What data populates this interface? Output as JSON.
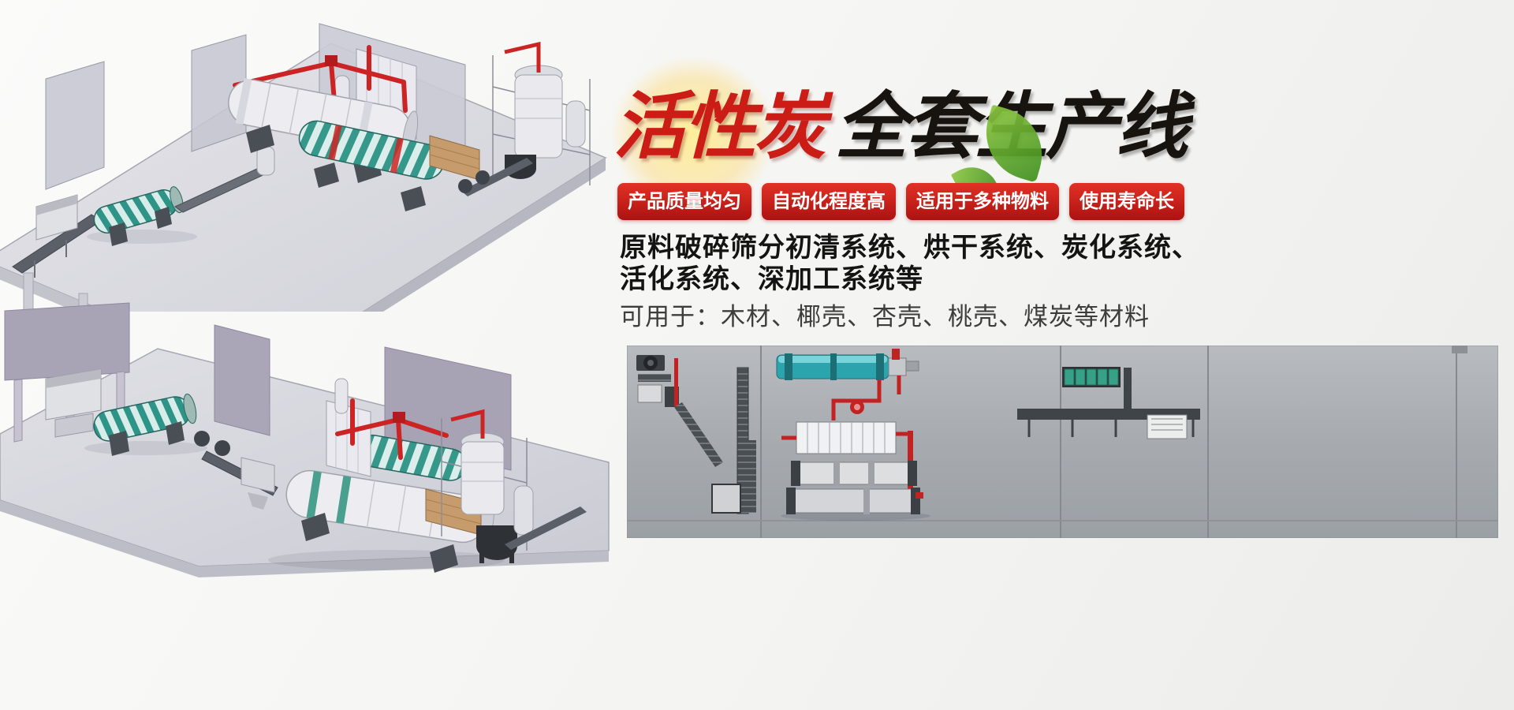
{
  "hero": {
    "title": {
      "red_part": "活性炭",
      "black_part": "全套生产线"
    },
    "badges": [
      "产品质量均匀",
      "自动化程度高",
      "适用于多种物料",
      "使用寿命长"
    ],
    "description": {
      "line1": "原料破碎筛分初清系统、烘干系统、炭化系统、",
      "line2": "活化系统、深加工系统等",
      "materials": "可用于：木材、椰壳、杏壳、桃壳、煤炭等材料"
    },
    "colors": {
      "title_red": "#cb1d15",
      "title_black": "#17130e",
      "badge_red": "#d01f1f",
      "pipe_red": "#cc2424",
      "drum_teal": "#2f9488",
      "schematic_gray": "#a7abb0"
    }
  },
  "illustrations": {
    "top_render": "3d-production-line-elevated-platform",
    "bottom_render": "3d-production-line-ground-level",
    "schematic": "plant-layout-top-view"
  }
}
